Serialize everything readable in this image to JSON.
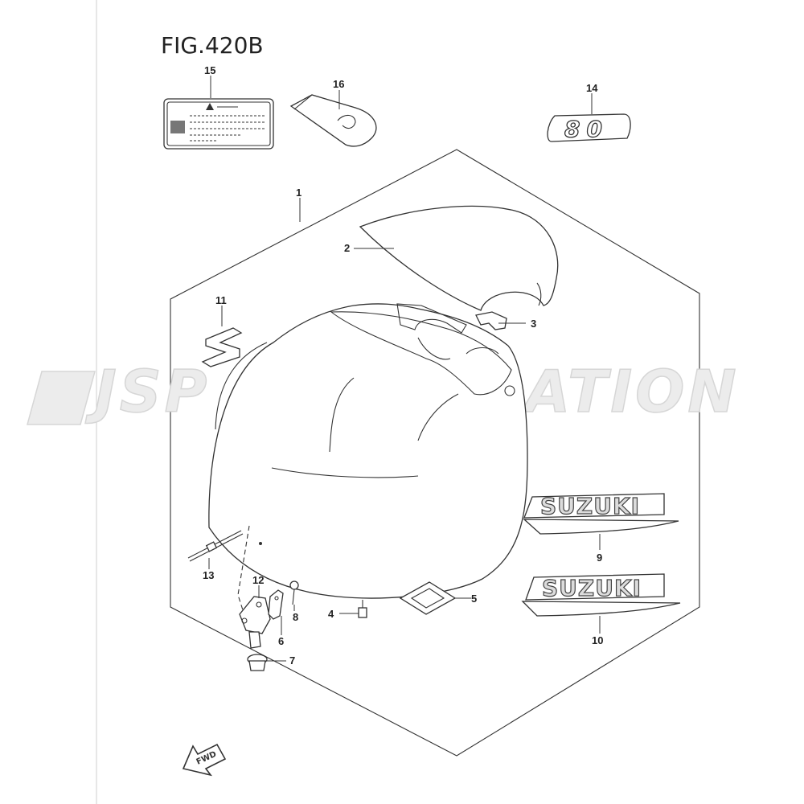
{
  "figure": {
    "title": "FIG.420B"
  },
  "watermark": {
    "text": "JSP CORPORATION"
  },
  "decals": {
    "model_number": "80",
    "brand_top": "SUZUKI",
    "brand_bottom": "SUZUKI",
    "fwd_arrow": "FWD"
  },
  "part_labels": {
    "p1": "1",
    "p2": "2",
    "p3": "3",
    "p4": "4",
    "p5": "5",
    "p6": "6",
    "p7": "7",
    "p8": "8",
    "p9": "9",
    "p10": "10",
    "p11": "11",
    "p12": "12",
    "p13": "13",
    "p14": "14",
    "p15": "15",
    "p16": "16"
  }
}
